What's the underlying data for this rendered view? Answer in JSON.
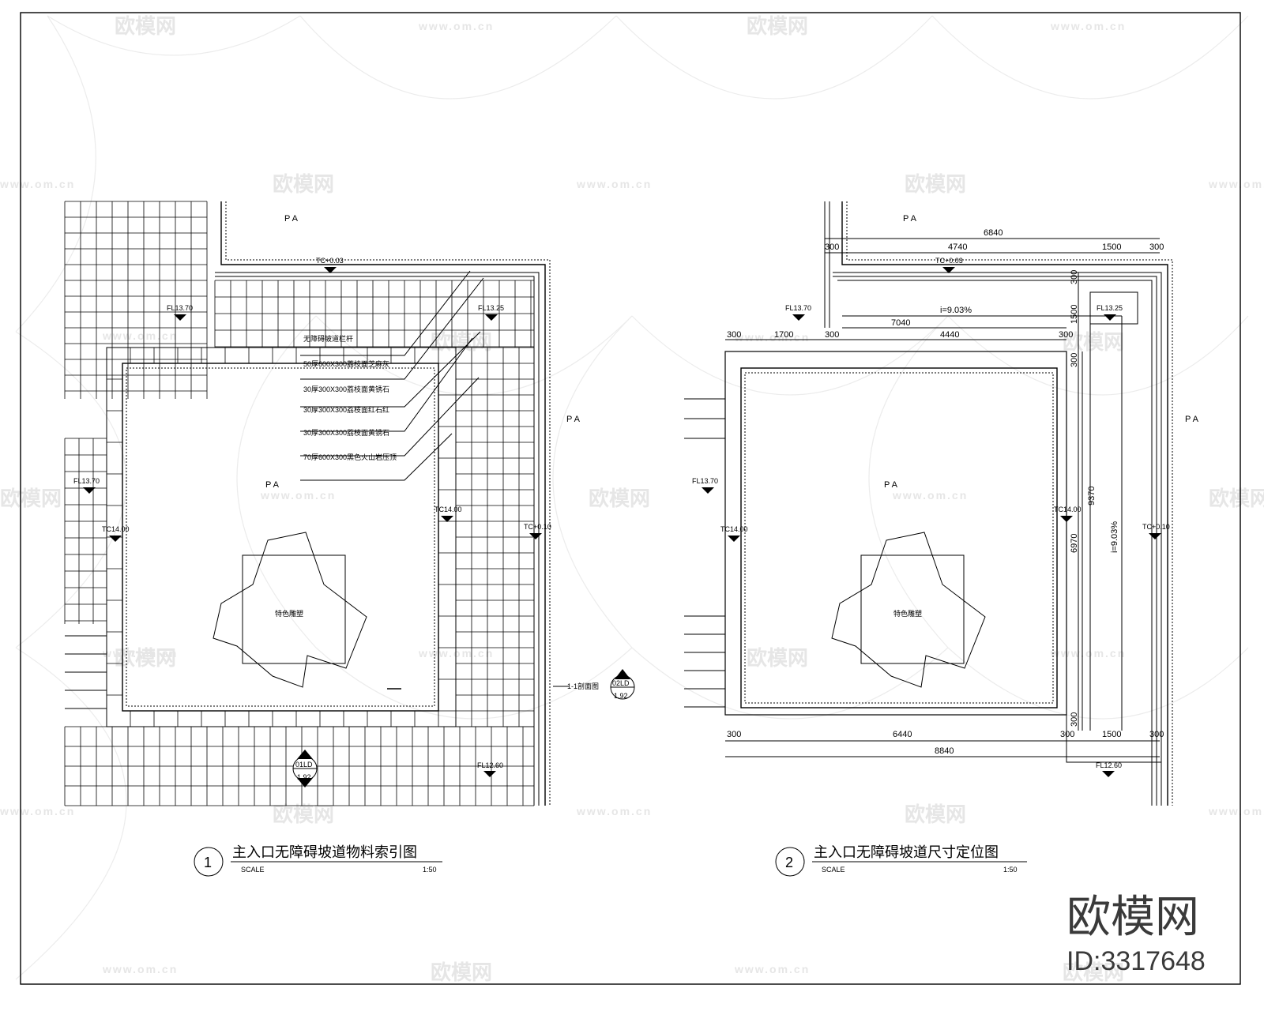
{
  "watermark": {
    "brand": "欧模网",
    "url": "www.om.cn",
    "corner_brand": "欧模网",
    "corner_id": "ID:3317648"
  },
  "left_plan": {
    "number": "1",
    "title": "主入口无障碍坡道物料索引图",
    "scale_label": "SCALE",
    "scale_value": "1:50",
    "pa_top": "P A",
    "pa_center": "P A",
    "pa_right": "P A",
    "levels": {
      "tc_top": "TC+0.03",
      "fl_topleft": "FL13.70",
      "fl_topright": "FL13.25",
      "fl_left": "FL13.70",
      "tc_left": "TC14.00",
      "tc_inner_right": "TC14.00",
      "tc_right": "TC+0.10",
      "fl_bottom": "FL12.60"
    },
    "materials": [
      "无障碍坡道栏杆",
      "50厚600X300荔枝面芝麻灰",
      "30厚300X300荔枝面黄锈石",
      "30厚300X300荔枝面红石红",
      "30厚300X300荔枝面黄锈石",
      "70厚600X300黑色火山岩压顶"
    ],
    "sculpture": "特色雕塑",
    "section_label": "1-1剖面图",
    "section_marker": {
      "top": "02LD",
      "bottom": "1.92"
    },
    "detail_marker": {
      "top": "01LD",
      "bottom": "1.92"
    }
  },
  "right_plan": {
    "number": "2",
    "title": "主入口无障碍坡道尺寸定位图",
    "scale_label": "SCALE",
    "scale_value": "1:50",
    "pa_top": "P A",
    "pa_center": "P A",
    "pa_right": "P A",
    "levels": {
      "tc_top": "TC+0.03",
      "fl_topleft": "FL13.70",
      "fl_topright": "FL13.25",
      "fl_left": "FL13.70",
      "tc_left": "TC14.00",
      "tc_inner_right": "TC14.00",
      "tc_right": "TC+0.10",
      "fl_bottom": "FL12.60"
    },
    "sculpture": "特色雕塑",
    "slope_top": "i=9.03%",
    "slope_right": "i=9.03%",
    "dims": {
      "top_total": "6840",
      "top_300_left": "300",
      "top_4740": "4740",
      "top_1500": "1500",
      "top_300_right": "300",
      "mid_7040": "7040",
      "mid_300_left": "300",
      "mid_1700": "1700",
      "mid_300_b": "300",
      "mid_4440": "4440",
      "mid_300_c": "300",
      "bot_300_left": "300",
      "bot_6440": "6440",
      "bot_300_mid": "300",
      "bot_1500": "1500",
      "bot_300_right": "300",
      "bot_total": "8840",
      "v_300_top": "300",
      "v_1500": "1500",
      "v_300_mid": "300",
      "v_6970": "6970",
      "v_9370": "9370",
      "v_300_bot": "300"
    }
  }
}
